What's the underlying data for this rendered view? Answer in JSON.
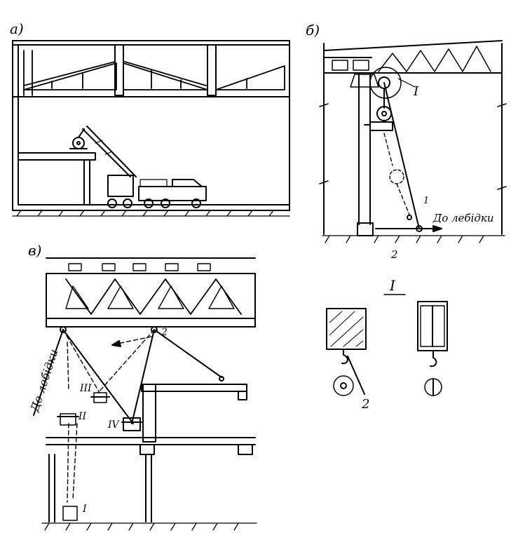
{
  "panels": {
    "a": {
      "label": "а)"
    },
    "b": {
      "label": "б)",
      "callout_roman": "I",
      "item_1": "1",
      "item_2": "2",
      "winch_text": "До лебідки"
    },
    "v": {
      "label": "в)",
      "winch_text": "До лебідки",
      "pos_2": "2",
      "positions": [
        "I",
        "II",
        "III",
        "IV"
      ]
    }
  },
  "detail": {
    "title": "I",
    "item_2": "2"
  }
}
